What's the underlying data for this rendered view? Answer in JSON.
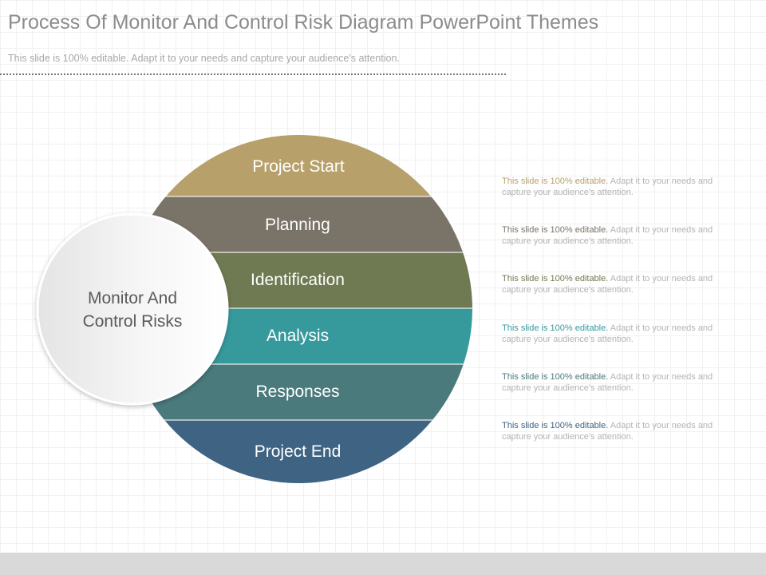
{
  "header": {
    "title": "Process Of Monitor And Control Risk Diagram PowerPoint Themes",
    "subtitle": "This slide is 100% editable.  Adapt it to your needs and capture your audience's attention."
  },
  "diagram": {
    "center_label_line1": "Monitor And",
    "center_label_line2": "Control Risks",
    "bands": [
      {
        "label": "Project Start",
        "color": "#b8a06a"
      },
      {
        "label": "Planning",
        "color": "#7a7468"
      },
      {
        "label": "Identification",
        "color": "#6f7a52"
      },
      {
        "label": "Analysis",
        "color": "#369a9c"
      },
      {
        "label": "Responses",
        "color": "#4a7a7c"
      },
      {
        "label": "Project End",
        "color": "#3e6383"
      }
    ]
  },
  "notes": [
    {
      "highlight": "This slide is 100% editable.",
      "text": " Adapt it to your needs and capture your audience's attention.",
      "color": "#b8a06a"
    },
    {
      "highlight": "This slide is 100% editable.",
      "text": " Adapt it to your needs and capture your audience's attention.",
      "color": "#7a7468"
    },
    {
      "highlight": "This slide is 100% editable.",
      "text": " Adapt it to your needs and capture your audience's attention.",
      "color": "#6f7a52"
    },
    {
      "highlight": "This slide is 100% editable.",
      "text": " Adapt it to your needs and capture your audience's attention.",
      "color": "#369a9c"
    },
    {
      "highlight": "This slide is 100% editable.",
      "text": " Adapt it to your needs and capture your audience's attention.",
      "color": "#4a7a7c"
    },
    {
      "highlight": "This slide is 100% editable.",
      "text": " Adapt it to your needs and capture your audience's attention.",
      "color": "#3e6383"
    }
  ]
}
